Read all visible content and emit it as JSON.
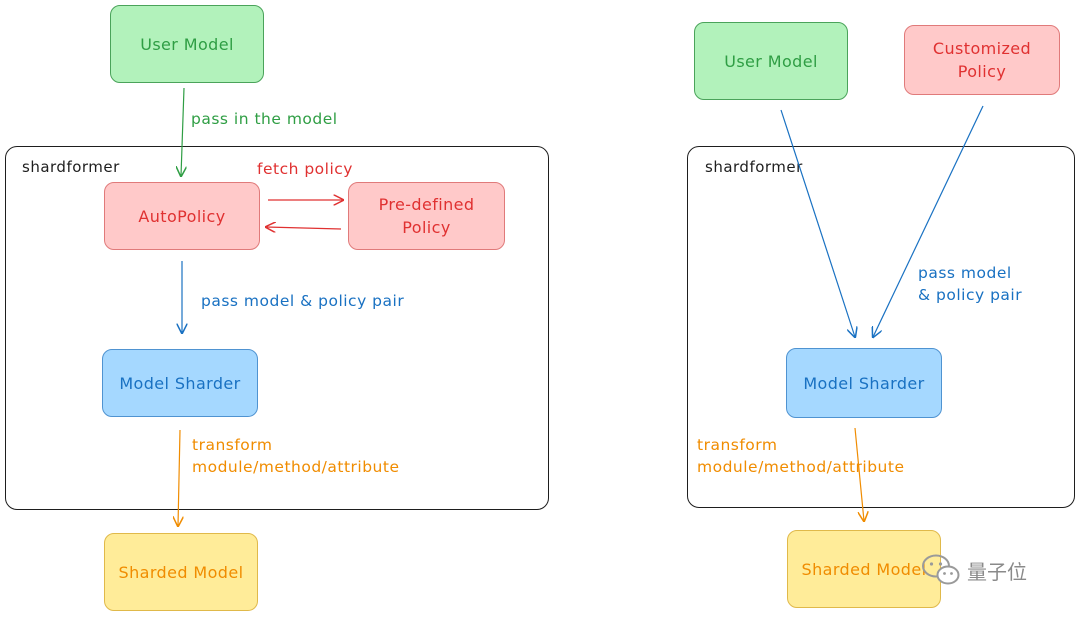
{
  "left": {
    "container_label": "shardformer",
    "user_model": "User Model",
    "autopolicy": "AutoPolicy",
    "predefined_policy": [
      "Pre-defined",
      "Policy"
    ],
    "model_sharder": "Model Sharder",
    "sharded_model": "Sharded Model",
    "edge_pass_in": "pass in the model",
    "edge_fetch_policy": "fetch policy",
    "edge_pass_pair": "pass model & policy pair",
    "edge_transform": [
      "transform",
      "module/method/attribute"
    ]
  },
  "right": {
    "container_label": "shardformer",
    "user_model": "User Model",
    "customized_policy": [
      "Customized",
      "Policy"
    ],
    "model_sharder": "Model Sharder",
    "sharded_model": "Sharded Model",
    "edge_pass_pair": [
      "pass model",
      "& policy pair"
    ],
    "edge_transform": [
      "transform",
      "module/method/attribute"
    ]
  },
  "logo": {
    "text": "量子位",
    "icon": "wechat-icon"
  },
  "colors": {
    "green": "#2f9e44",
    "red": "#e03131",
    "blue": "#1971c2",
    "orange": "#f08c00",
    "green_fill": "#b2f2bb",
    "red_fill": "#ffc9c9",
    "blue_fill": "#a5d8ff",
    "yellow_fill": "#ffec99"
  }
}
